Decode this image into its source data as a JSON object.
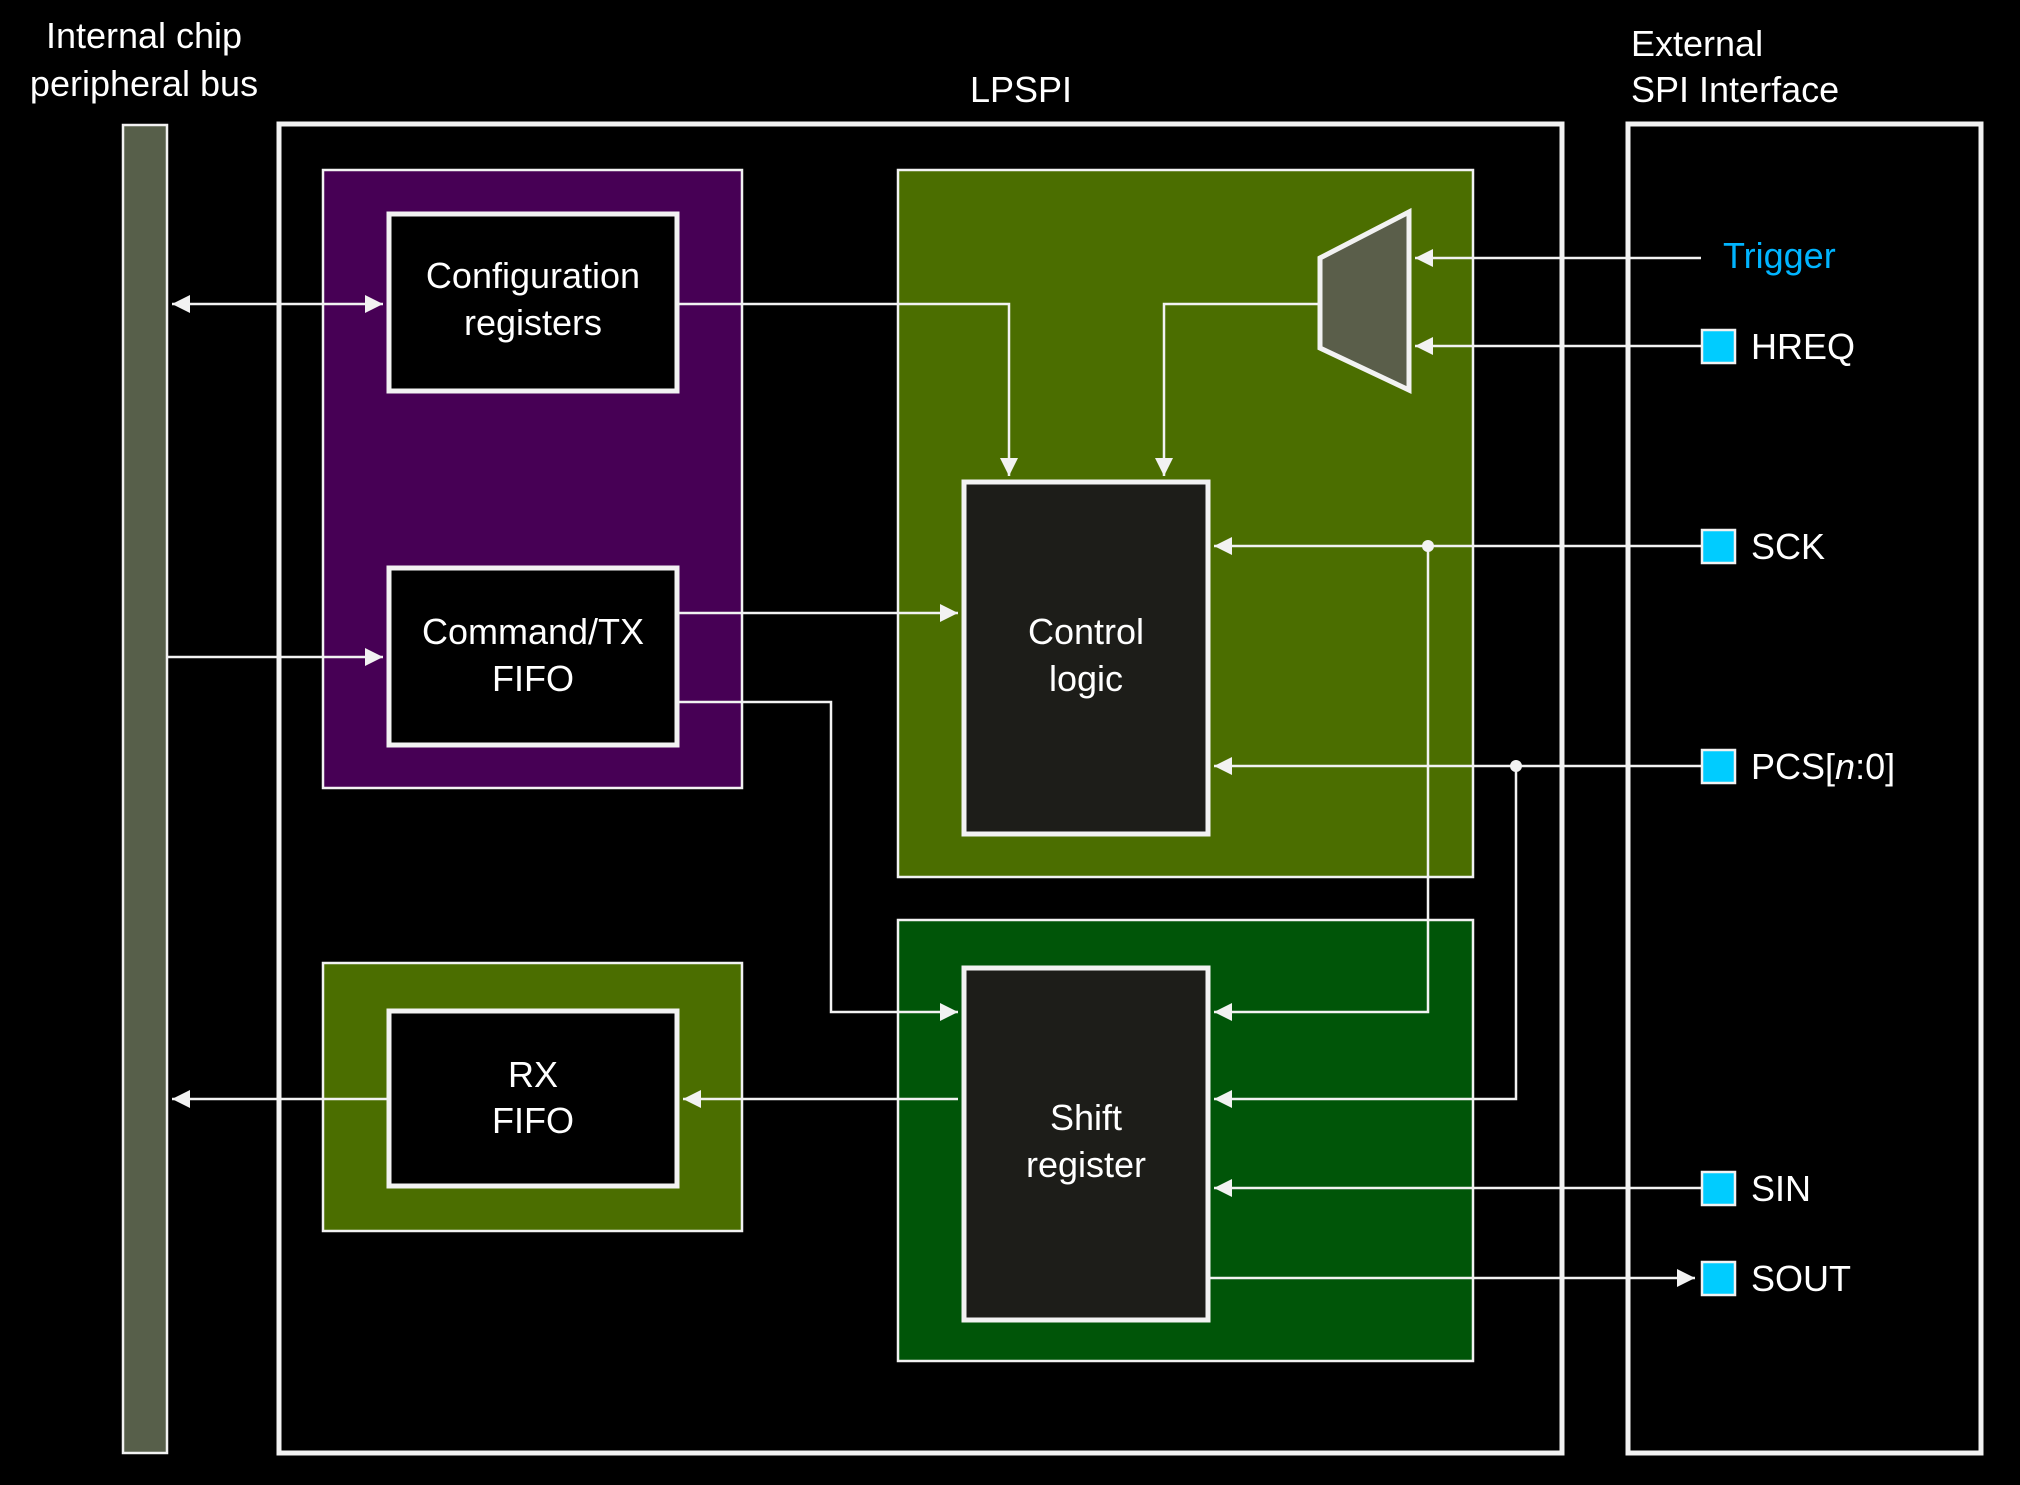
{
  "labels": {
    "bus_line1": "Internal chip",
    "bus_line2": "peripheral bus",
    "lpspi": "LPSPI",
    "ext_line1": "External",
    "ext_line2": "SPI Interface"
  },
  "blocks": {
    "config_line1": "Configuration",
    "config_line2": "registers",
    "cmd_line1": "Command/TX",
    "cmd_line2": "FIFO",
    "control_line1": "Control",
    "control_line2": "logic",
    "rx_line1": "RX",
    "rx_line2": "FIFO",
    "shift_line1": "Shift",
    "shift_line2": "register"
  },
  "signals": {
    "trigger": "Trigger",
    "hreq": "HREQ",
    "sck": "SCK",
    "pcs_prefix": "PCS[",
    "pcs_var": "n",
    "pcs_suffix": ":0]",
    "sin": "SIN",
    "sout": "SOUT"
  },
  "colors": {
    "register_group": "#470055",
    "control_group": "#4b6e00",
    "shift_group": "#005508",
    "rx_group": "#4b6e00",
    "bus": "#575f4a",
    "pin": "#00ccff",
    "trigger_text": "#00b4ff"
  }
}
